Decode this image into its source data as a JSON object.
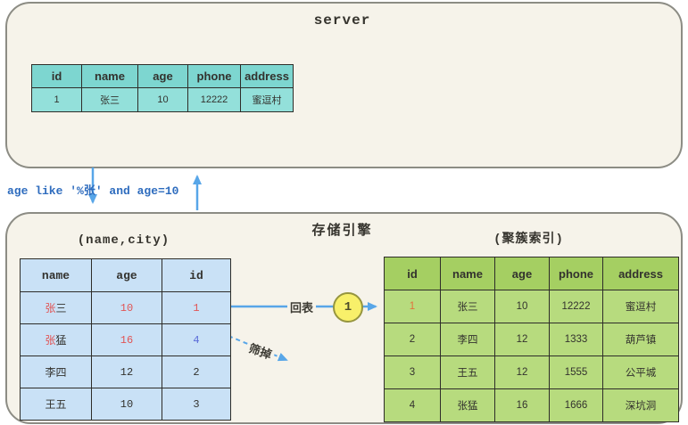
{
  "colors": {
    "box_background": "#f6f3ea",
    "box_border": "#8c8c84",
    "teal_header": "#7dd6d0",
    "teal_row": "#93e0da",
    "blue_cell": "#c9e1f6",
    "green_header": "#a5cf62",
    "green_row": "#b7db7e",
    "arrow_blue": "#58a6e8",
    "query_text_blue": "#2e6cbe",
    "highlight_red": "#e15555",
    "highlight_blue": "#5a6bd8",
    "highlight_orange": "#e2713c",
    "badge_yellow": "#f8f06a"
  },
  "server_box": {
    "title": "server",
    "result_table": {
      "headers": [
        "id",
        "name",
        "age",
        "phone",
        "address"
      ],
      "rows": [
        [
          "1",
          "张三",
          "10",
          "12222",
          "蜜逗村"
        ]
      ]
    }
  },
  "query_label": "age like '%张' and age=10",
  "engine_box": {
    "title": "存储引擎",
    "secondary_index": {
      "label": "(name,city)",
      "headers": [
        "name",
        "age",
        "id"
      ],
      "rows": [
        {
          "name_hl": "张",
          "name_rest": "三",
          "age": "10",
          "id": "1"
        },
        {
          "name_hl": "张",
          "name_rest": "猛",
          "age": "16",
          "id": "4"
        },
        {
          "name_hl": "",
          "name_rest": "李四",
          "age": "12",
          "id": "2"
        },
        {
          "name_hl": "",
          "name_rest": "王五",
          "age": "10",
          "id": "3"
        }
      ]
    },
    "back_to_table_label": "回表",
    "step_badge": "1",
    "filter_out_label": "筛掉",
    "clustered_index": {
      "label": "(聚簇索引)",
      "headers": [
        "id",
        "name",
        "age",
        "phone",
        "address"
      ],
      "rows": [
        [
          "1",
          "张三",
          "10",
          "12222",
          "蜜逗村"
        ],
        [
          "2",
          "李四",
          "12",
          "1333",
          "葫芦镇"
        ],
        [
          "3",
          "王五",
          "12",
          "1555",
          "公平城"
        ],
        [
          "4",
          "张猛",
          "16",
          "1666",
          "深坑洞"
        ]
      ]
    }
  }
}
